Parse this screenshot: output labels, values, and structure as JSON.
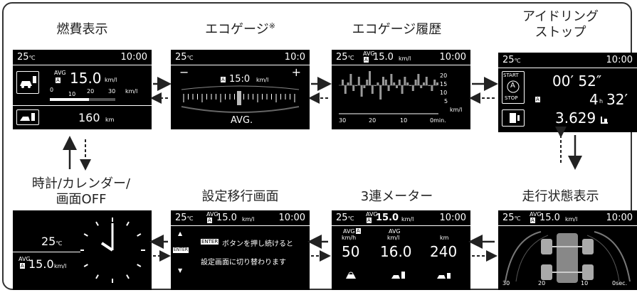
{
  "captions": {
    "fuel": "燃費表示",
    "eco": "エコゲージ",
    "eco_mark": "※",
    "history": "エコゲージ履歴",
    "idle_line1": "アイドリング",
    "idle_line2": "ストップ",
    "clock_line1": "時計/カレンダー/",
    "clock_line2": "画面OFF",
    "settings": "設定移行画面",
    "meters": "3連メーター",
    "drive": "走行状態表示"
  },
  "fuel_screen": {
    "temp": "25",
    "temp_unit": "℃",
    "time": "10:00",
    "avg": "AVG",
    "avg_a": "A",
    "avg_value": "15.0",
    "avg_unit": "km/l",
    "scale": [
      "0",
      "10",
      "20",
      "30"
    ],
    "scale_unit": "km/l",
    "range_value": "160",
    "range_unit": "km",
    "range_fill": 0.6
  },
  "eco_screen": {
    "temp": "25",
    "temp_unit": "℃",
    "time": "10:0",
    "minus": "−",
    "plus": "+",
    "a": "A",
    "value": "15:0",
    "unit": "km/l",
    "avg_label": "AVG."
  },
  "history_screen": {
    "temp": "25",
    "temp_unit": "℃",
    "avg": "AVG",
    "a": "A",
    "value": "15.0",
    "unit": "km/l",
    "time": "10:00",
    "yticks": [
      "20",
      "15",
      "10",
      "5"
    ],
    "yunit": "km/l",
    "xticks": [
      "30",
      "20",
      "10",
      "0min."
    ]
  },
  "idle_screen": {
    "temp": "25",
    "temp_unit": "℃",
    "time": "10:00",
    "start": "START",
    "a": "A",
    "stop": "STOP",
    "stop_time": "00′ 52″",
    "a2": "A",
    "total_h": "4",
    "h": "h",
    "total_m": "32′",
    "saved": "3.629"
  },
  "clock_screen": {
    "temp": "25",
    "temp_unit": "℃",
    "avg": "AVG",
    "a": "A",
    "value": "15.0",
    "unit": "km/l"
  },
  "settings_screen": {
    "temp": "25",
    "temp_unit": "℃",
    "avg": "AVG",
    "a": "A",
    "value": "15.0",
    "unit": "km/l",
    "time": "10:00",
    "enter": "ENTER",
    "enter_side": "ENTER",
    "line1": "ボタンを押し続けると",
    "line2": "設定画面に切り替わります",
    "up": "▲",
    "down": "▼"
  },
  "meters_screen": {
    "temp": "25",
    "temp_unit": "℃",
    "avg": "AVG",
    "a": "A",
    "value": "15.0",
    "unit": "km/l",
    "time": "10:00",
    "m1_avg": "AVG",
    "m1_a": "A",
    "m1_unit": "km/h",
    "m1_value": "50",
    "m2_avg": "AVG",
    "m2_unit": "km/l",
    "m2_value": "16.0",
    "m3_unit": "km",
    "m3_value": "240"
  },
  "drive_screen": {
    "temp": "25",
    "temp_unit": "℃",
    "avg": "AVG",
    "a": "A",
    "value": "15.0",
    "unit": "km/l",
    "time": "10:00",
    "xticks": [
      "30",
      "20",
      "10",
      "0sec."
    ]
  },
  "history_bars": [
    2,
    -3,
    1,
    4,
    -2,
    0,
    3,
    -4,
    -1,
    2,
    5,
    -3,
    0,
    1,
    -5,
    3,
    2,
    -2,
    4,
    1,
    -1,
    2,
    -3,
    3,
    1,
    0,
    -2,
    2,
    4,
    -1,
    1,
    3,
    0,
    -2,
    2,
    1
  ],
  "colors": {
    "screen_bg": "#000000",
    "text": "#ffffff",
    "frame": "#333333"
  }
}
